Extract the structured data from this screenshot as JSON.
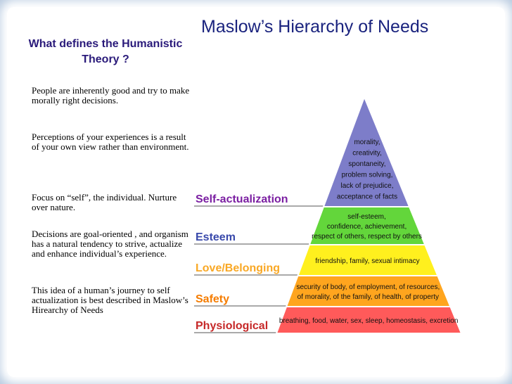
{
  "title": "Maslow’s Hierarchy of Needs",
  "subtitle": "What defines the Humanistic Theory ?",
  "bullets": [
    "People are inherently good and try to make morally right decisions.",
    "Perceptions of your experiences is a result of your own view rather than environment.",
    "Focus on “self”, the individual. Nurture over nature.",
    "Decisions are goal-oriented , and organism has a natural tendency to strive, actualize and enhance individual’s experience.",
    "This idea of a human’s journey to self actualization is best described in Maslow’s Hirearchy of Needs"
  ],
  "pyramid": {
    "levels": [
      {
        "label": "Self-actualization",
        "color": "#7b1fa2",
        "fill": "#7d7dc9",
        "lines": [
          "morality,",
          "creativity,",
          "spontaneity,",
          "problem solving,",
          "lack of prejudice,",
          "acceptance of facts"
        ]
      },
      {
        "label": "Esteem",
        "color": "#3949ab",
        "fill": "#63d63b",
        "lines": [
          "self-esteem,",
          "confidence, achievement,",
          "respect of others, respect by others"
        ]
      },
      {
        "label": "Love/Belonging",
        "color": "#f9a825",
        "fill": "#fff01e",
        "lines": [
          "friendship, family, sexual intimacy"
        ]
      },
      {
        "label": "Safety",
        "color": "#f57c00",
        "fill": "#ffa51e",
        "lines": [
          "security of body, of employment, of resources,",
          "of morality, of the family, of health, of property"
        ]
      },
      {
        "label": "Physiological",
        "color": "#c62828",
        "fill": "#ff5a5a",
        "lines": [
          "breathing, food, water, sex, sleep, homeostasis, excretion"
        ]
      }
    ]
  }
}
